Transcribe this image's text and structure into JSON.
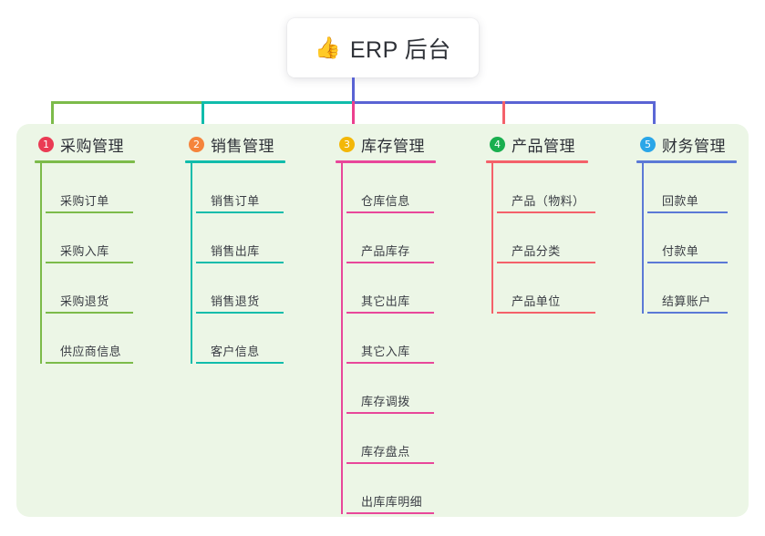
{
  "root": {
    "icon": "thumbs-up-icon",
    "icon_glyph": "👍",
    "title": "ERP 后台"
  },
  "palette": {
    "panel_background": "#ecf6e6",
    "page_background": "#ffffff",
    "title_text": "#2f3238",
    "leaf_text": "#3a3d44",
    "root_connector": "#5a63d4"
  },
  "bus": {
    "segments": [
      {
        "name": "bus-segment-green",
        "color": "#7cbb4a"
      },
      {
        "name": "bus-segment-teal",
        "color": "#10bcab"
      },
      {
        "name": "bus-segment-indigo",
        "color": "#5a63d4"
      }
    ]
  },
  "columns": [
    {
      "index": "1",
      "badge_color": "#ea3b54",
      "line_color": "#7cbb4a",
      "drop_color": "#7cbb4a",
      "title": "采购管理",
      "items": [
        {
          "label": "采购订单"
        },
        {
          "label": "采购入库"
        },
        {
          "label": "采购退货"
        },
        {
          "label": "供应商信息"
        }
      ]
    },
    {
      "index": "2",
      "badge_color": "#f5843c",
      "line_color": "#10bcab",
      "drop_color": "#10bcab",
      "title": "销售管理",
      "items": [
        {
          "label": "销售订单"
        },
        {
          "label": "销售出库"
        },
        {
          "label": "销售退货"
        },
        {
          "label": "客户信息"
        }
      ]
    },
    {
      "index": "3",
      "badge_color": "#f3b708",
      "line_color": "#e8479a",
      "drop_color": "#ec3f8e",
      "title": "库存管理",
      "items": [
        {
          "label": "仓库信息"
        },
        {
          "label": "产品库存"
        },
        {
          "label": "其它出库"
        },
        {
          "label": "其它入库"
        },
        {
          "label": "库存调拨"
        },
        {
          "label": "库存盘点"
        },
        {
          "label": "出库库明细"
        }
      ]
    },
    {
      "index": "4",
      "badge_color": "#1aaf4f",
      "line_color": "#f4616a",
      "drop_color": "#f4616a",
      "title": "产品管理",
      "items": [
        {
          "label": "产品（物料）"
        },
        {
          "label": "产品分类"
        },
        {
          "label": "产品单位"
        }
      ]
    },
    {
      "index": "5",
      "badge_color": "#2aa6e8",
      "line_color": "#5b79d6",
      "drop_color": "#5b68d6",
      "title": "财务管理",
      "items": [
        {
          "label": "回款单"
        },
        {
          "label": "付款单"
        },
        {
          "label": "结算账户"
        }
      ]
    }
  ]
}
